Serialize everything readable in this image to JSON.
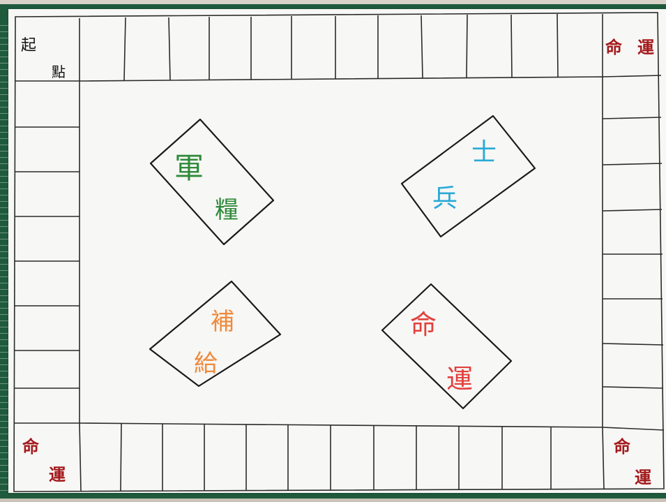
{
  "board": {
    "start": {
      "line1": "起",
      "line2": "點"
    },
    "corners": {
      "top_right": {
        "line1": "命",
        "line2": "運"
      },
      "bottom_left": {
        "line1": "命",
        "line2": "運"
      },
      "bottom_right": {
        "line1": "命",
        "line2": "運"
      }
    },
    "decks": [
      {
        "id": "army-rations",
        "chars": [
          "軍",
          "糧"
        ],
        "color": "#2f8a3a"
      },
      {
        "id": "soldier",
        "chars": [
          "士",
          "兵"
        ],
        "color": "#29a9d6"
      },
      {
        "id": "supply",
        "chars": [
          "補",
          "給"
        ],
        "color": "#ef8a3c"
      },
      {
        "id": "fate",
        "chars": [
          "命",
          "運"
        ],
        "color": "#e2403d"
      }
    ],
    "corner_color": "#a3191b"
  }
}
